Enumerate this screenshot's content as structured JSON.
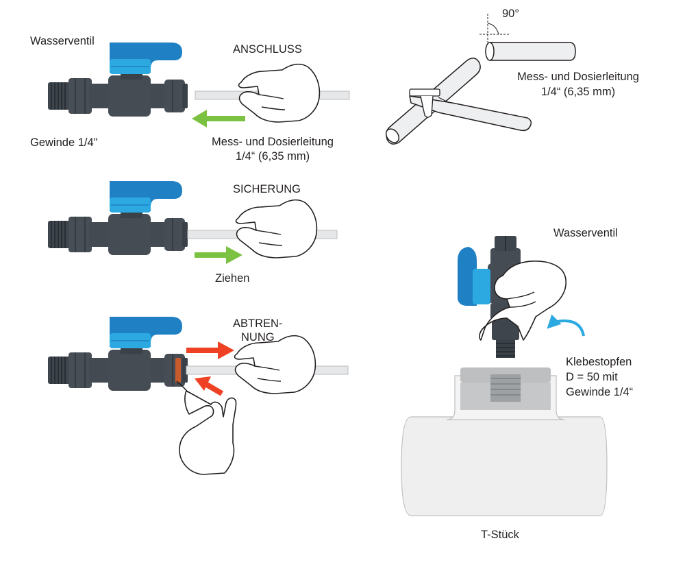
{
  "labels": {
    "valve_top": "Wasserventil",
    "thread_top": "Gewinde 1/4\"",
    "step_connect": "ANSCHLUSS",
    "line_left_1": "Mess- und Dosierleitung",
    "line_left_2": "1/4“ (6,35 mm)",
    "step_secure": "SICHERUNG",
    "pull": "Ziehen",
    "step_separate_1": "ABTREN-",
    "step_separate_2": "NUNG",
    "angle": "90°",
    "line_right_1": "Mess- und Dosierleitung",
    "line_right_2": "1/4“ (6,35 mm)",
    "valve_right": "Wasserventil",
    "plug_1": "Klebestopfen",
    "plug_2": "D = 50 mit",
    "plug_3": "Gewinde 1/4“",
    "tee": "T-Stück"
  },
  "colors": {
    "valve_body": "#434a52",
    "handle_blue": "#1f80c4",
    "ring_cyan": "#2ba9e0",
    "arrow_green": "#7cc242",
    "arrow_red": "#ef4123",
    "arrow_cyan": "#2ba9e0",
    "pipe_gray": "#d9dbdc",
    "tee_light": "#efefef"
  },
  "icons": [
    "ball-valve-icon",
    "hand-icon",
    "pipe-cutter-icon",
    "adhesive-plug-icon",
    "tee-fitting-icon"
  ]
}
